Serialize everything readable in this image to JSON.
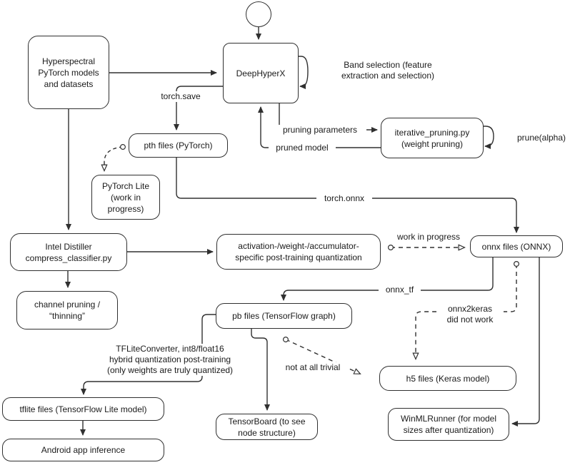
{
  "diagram": {
    "title": "Model conversion and compression pipeline flowchart",
    "colors": {
      "stroke": "#303030",
      "text": "#1a1a1a",
      "background": "#ffffff"
    },
    "nodes": {
      "start": {
        "label": ""
      },
      "hyperspectral": {
        "label": "Hyperspectral\nPyTorch models\nand datasets"
      },
      "deephyperx": {
        "label": "DeepHyperX"
      },
      "pth_files": {
        "label": "pth files (PyTorch)"
      },
      "pytorch_lite": {
        "label": "PyTorch Lite\n(work in\nprogress)"
      },
      "iterative_pruning": {
        "label": "iterative_pruning.py\n(weight pruning)"
      },
      "intel_distiller": {
        "label": "Intel Distiller\ncompress_classifier.py"
      },
      "activation_quant": {
        "label": "activation-/weight-/accumulator-\nspecific post-training quantization"
      },
      "channel_pruning": {
        "label": "channel pruning /\n“thinning”"
      },
      "onnx_files": {
        "label": "onnx files (ONNX)"
      },
      "pb_files": {
        "label": "pb files (TensorFlow graph)"
      },
      "h5_files": {
        "label": "h5 files (Keras model)"
      },
      "tensorboard": {
        "label": "TensorBoard (to see\nnode structure)"
      },
      "tflite_files": {
        "label": "tflite files (TensorFlow Lite model)"
      },
      "android": {
        "label": "Android app inference"
      },
      "winml": {
        "label": "WinMLRunner (for model\nsizes after quantization)"
      }
    },
    "edge_labels": {
      "band_selection": "Band selection (feature\nextraction and selection)",
      "torch_save": "torch.save",
      "pruning_parameters": "pruning parameters",
      "pruned_model": "pruned model",
      "prune_alpha": "prune(alpha)",
      "torch_onnx": "torch.onnx",
      "work_in_progress": "work in progress",
      "onnx_tf": "onnx_tf",
      "onnx2keras": "onnx2keras\ndid not work",
      "not_trivial": "not at all trivial",
      "tflite_converter": "TFLiteConverter, int8/float16\nhybrid quantization post-training\n(only weights are truly quantized)"
    }
  }
}
